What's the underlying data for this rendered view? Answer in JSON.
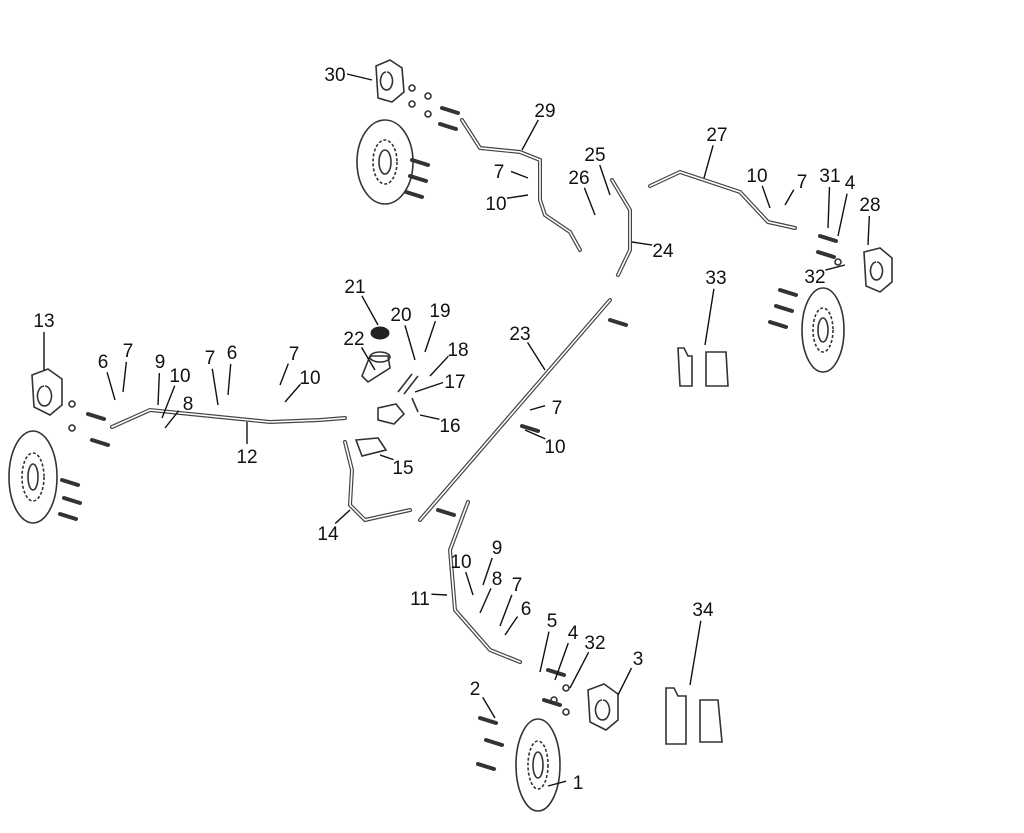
{
  "diagram": {
    "type": "exploded parts diagram - brake system",
    "callouts": [
      "30",
      "29",
      "27",
      "25",
      "26",
      "7",
      "10",
      "24",
      "10",
      "7",
      "31",
      "4",
      "28",
      "32",
      "33",
      "21",
      "20",
      "19",
      "22",
      "18",
      "17",
      "16",
      "15",
      "23",
      "13",
      "6",
      "7",
      "9",
      "10",
      "8",
      "7",
      "6",
      "7",
      "10",
      "12",
      "7",
      "10",
      "14",
      "9",
      "10",
      "8",
      "11",
      "7",
      "6",
      "5",
      "4",
      "32",
      "3",
      "34",
      "2",
      "1"
    ]
  }
}
